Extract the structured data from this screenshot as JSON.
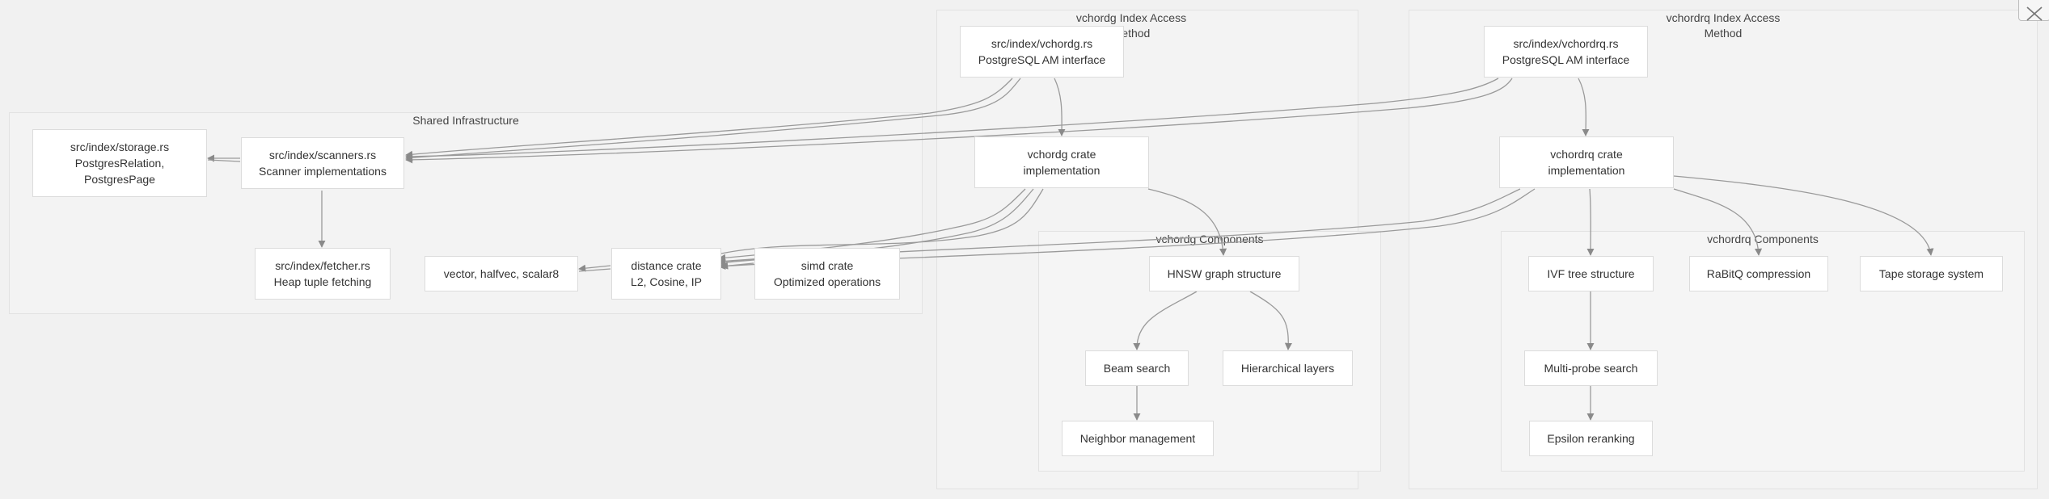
{
  "clusters": {
    "shared": {
      "title": "Shared Infrastructure"
    },
    "vchordg": {
      "title_line1": "vchordg Index Access",
      "title_line2": "Method"
    },
    "vchordg_components": {
      "title": "vchordg Components"
    },
    "vchordrq": {
      "title_line1": "vchordrq Index Access",
      "title_line2": "Method"
    },
    "vchordrq_components": {
      "title": "vchordrq Components"
    }
  },
  "nodes": {
    "storage": {
      "line1": "src/index/storage.rs",
      "line2": "PostgresRelation,",
      "line3": "PostgresPage"
    },
    "scanners": {
      "line1": "src/index/scanners.rs",
      "line2": "Scanner implementations"
    },
    "fetcher": {
      "line1": "src/index/fetcher.rs",
      "line2": "Heap tuple fetching"
    },
    "vector_types": {
      "line1": "vector, halfvec, scalar8"
    },
    "distance": {
      "line1": "distance crate",
      "line2": "L2, Cosine, IP"
    },
    "simd": {
      "line1": "simd crate",
      "line2": "Optimized operations"
    },
    "vchordg_rs": {
      "line1": "src/index/vchordg.rs",
      "line2": "PostgreSQL AM interface"
    },
    "vchordg_crate": {
      "line1": "vchordg crate",
      "line2": "implementation"
    },
    "hnsw": {
      "line1": "HNSW graph structure"
    },
    "beam": {
      "line1": "Beam search"
    },
    "hier": {
      "line1": "Hierarchical layers"
    },
    "neighbor": {
      "line1": "Neighbor management"
    },
    "vchordrq_rs": {
      "line1": "src/index/vchordrq.rs",
      "line2": "PostgreSQL AM interface"
    },
    "vchordrq_crate": {
      "line1": "vchordrq crate",
      "line2": "implementation"
    },
    "ivf": {
      "line1": "IVF tree structure"
    },
    "rabitq": {
      "line1": "RaBitQ compression"
    },
    "tape": {
      "line1": "Tape storage system"
    },
    "multiprobe": {
      "line1": "Multi-probe search"
    },
    "epsilon": {
      "line1": "Epsilon reranking"
    }
  },
  "icons": {
    "close": "close-icon"
  }
}
